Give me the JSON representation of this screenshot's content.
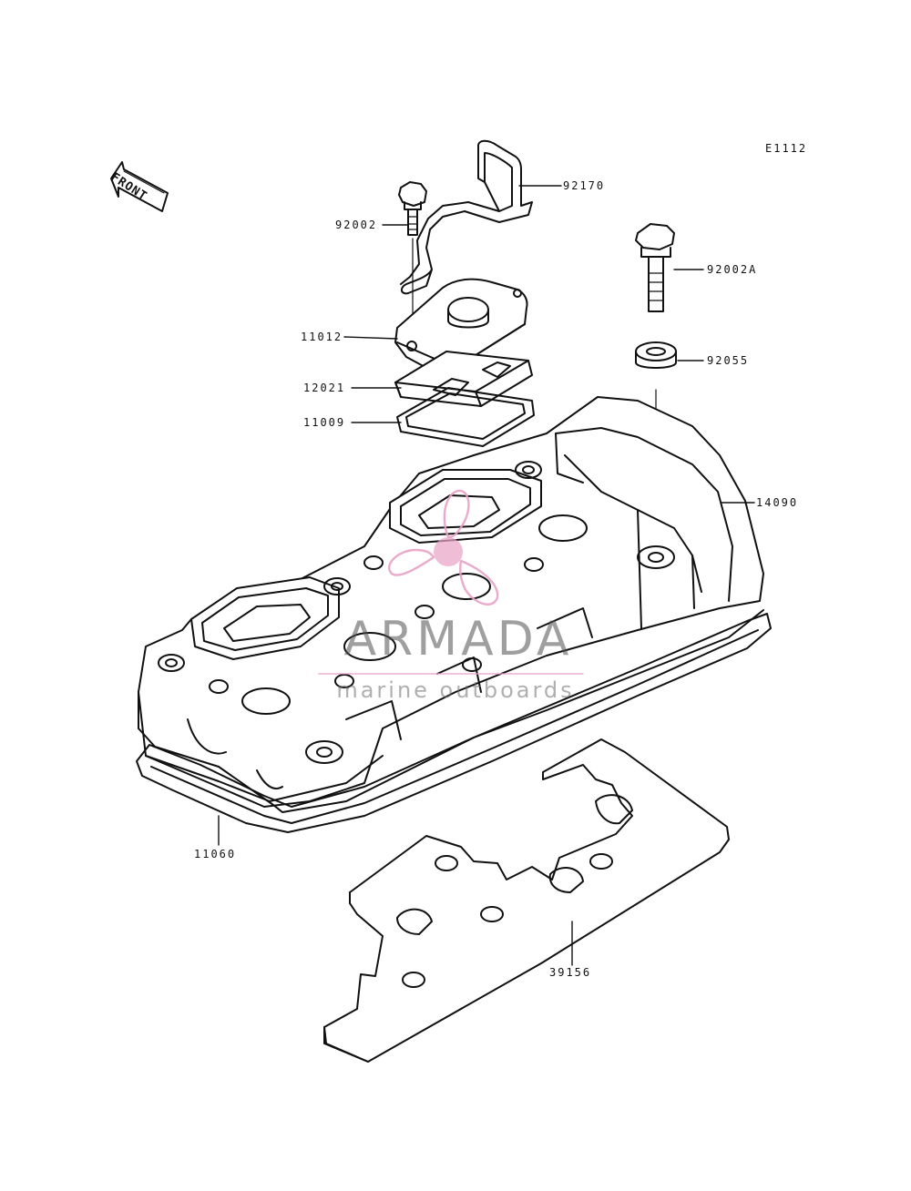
{
  "diagram_code": "E1112",
  "front_indicator": "FRONT",
  "watermark": {
    "brand": "ARMADA",
    "tagline": "marine outboards",
    "accent_color": "#e8a2c6"
  },
  "part_labels": {
    "p92170": "92170",
    "p92002": "92002",
    "p92002a": "92002A",
    "p11012": "11012",
    "p92055": "92055",
    "p12021": "12021",
    "p11009": "11009",
    "p14090": "14090",
    "p11060": "11060",
    "p39156": "39156"
  },
  "colors": {
    "line": "#111111",
    "background": "#ffffff"
  }
}
